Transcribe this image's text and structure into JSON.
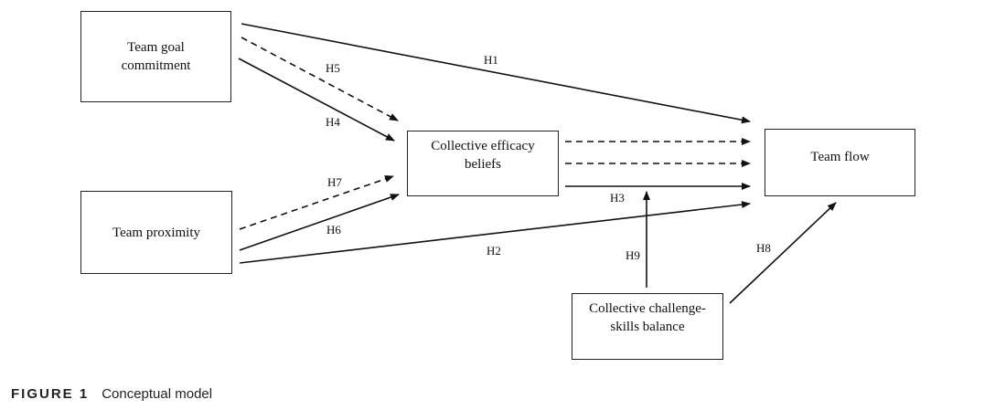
{
  "nodes": {
    "team_goal_commitment": [
      "Team goal",
      "commitment"
    ],
    "team_proximity": [
      "Team proximity"
    ],
    "collective_efficacy_beliefs": [
      "Collective efficacy",
      "beliefs"
    ],
    "team_flow": [
      "Team flow"
    ],
    "collective_challenge_skills_balance": [
      "Collective challenge-",
      "skills balance"
    ]
  },
  "hypotheses": {
    "h1": "H1",
    "h2": "H2",
    "h3": "H3",
    "h4": "H4",
    "h5": "H5",
    "h6": "H6",
    "h7": "H7",
    "h8": "H8",
    "h9": "H9"
  },
  "caption": {
    "figure_label": "FIGURE 1",
    "text": "Conceptual model"
  }
}
